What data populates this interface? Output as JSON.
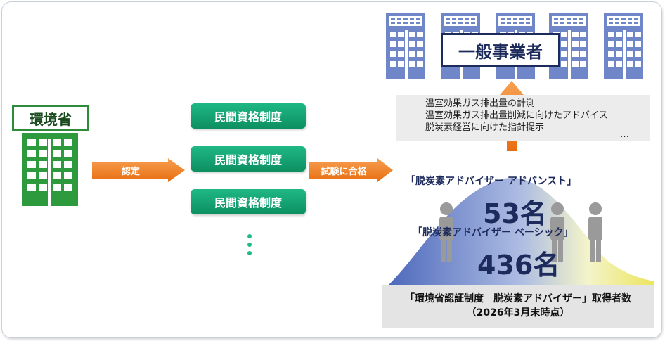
{
  "ministry": {
    "label": "環境省"
  },
  "arrows": {
    "certify": "認定",
    "pass_exam": "試験に合格"
  },
  "qualifications": [
    "民間資格制度",
    "民間資格制度",
    "民間資格制度"
  ],
  "businesses": {
    "label": "一般事業者"
  },
  "services": {
    "lines": [
      "温室効果ガス排出量の計測",
      "温室効果ガス排出量削減に向けたアドバイス",
      "脱炭素経営に向けた指針提示"
    ],
    "ellipsis": "…"
  },
  "advisors": {
    "advanced": {
      "title": "「脱炭素アドバイザー アドバンスト」",
      "count": "53名"
    },
    "basic": {
      "title": "「脱炭素アドバイザー ベーシック」",
      "count": "436名"
    }
  },
  "caption": {
    "line1": "「環境省認証制度　脱炭素アドバイザー」取得者数",
    "line2": "（2026年3月末時点）"
  },
  "colors": {
    "green": "#1fb886",
    "orange": "#f07a1a",
    "navy": "#1d2a5c",
    "building_blue": "#6f86c9"
  }
}
